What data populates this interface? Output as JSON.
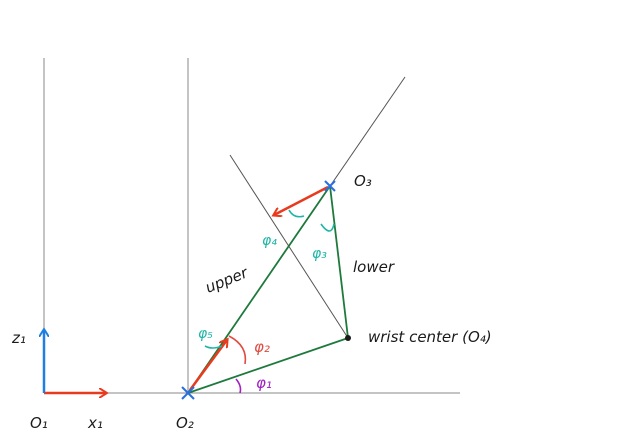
{
  "labels": {
    "o1": "O₁",
    "x1": "x₁",
    "z1": "z₁",
    "o2": "O₂",
    "o3": "O₃",
    "upper": "upper",
    "lower": "lower",
    "wrist_center": "wrist center (O₄)",
    "phi1": "φ₁",
    "phi2": "φ₂",
    "phi3": "φ₃",
    "phi4": "φ₄",
    "phi5": "φ₅"
  },
  "colors": {
    "axis_gray": "#8a8a8a",
    "frame_red": "#e83a1e",
    "frame_blue": "#1f7fe0",
    "link_green": "#1e7a3c",
    "angle_teal": "#1fb5a6",
    "angle_red": "#e04b42",
    "angle_purple": "#a020c0",
    "marker_blue": "#2a6fe0"
  }
}
